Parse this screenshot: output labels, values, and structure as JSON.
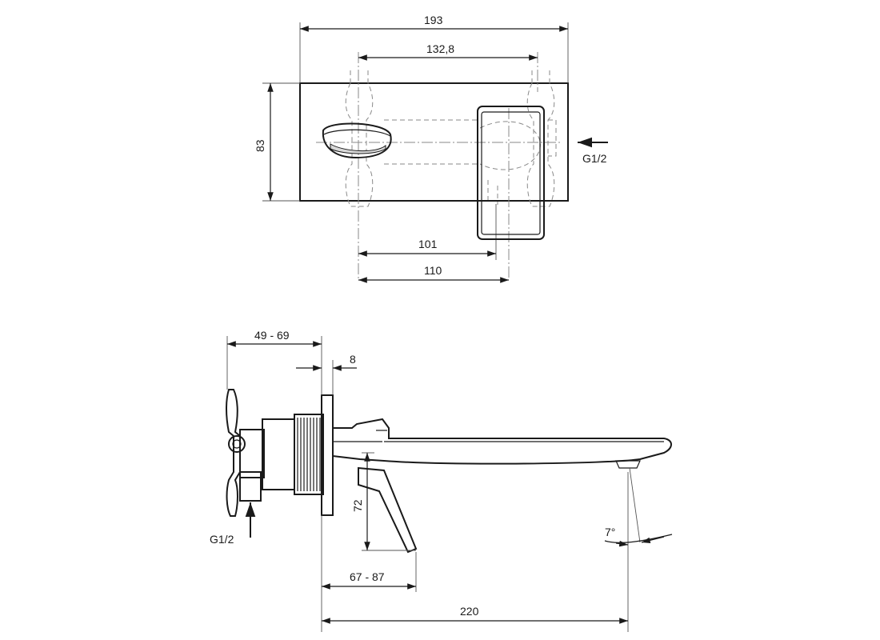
{
  "dimensions": {
    "top_width": "193",
    "top_center_distance": "132,8",
    "top_height": "83",
    "top_101": "101",
    "top_110": "110",
    "side_depth": "49 - 69",
    "side_plate": "8",
    "side_72": "72",
    "side_67_87": "67 - 87",
    "side_220": "220",
    "side_angle": "7°"
  },
  "labels": {
    "inlet_top": "G1/2",
    "inlet_side": "G1/2"
  }
}
